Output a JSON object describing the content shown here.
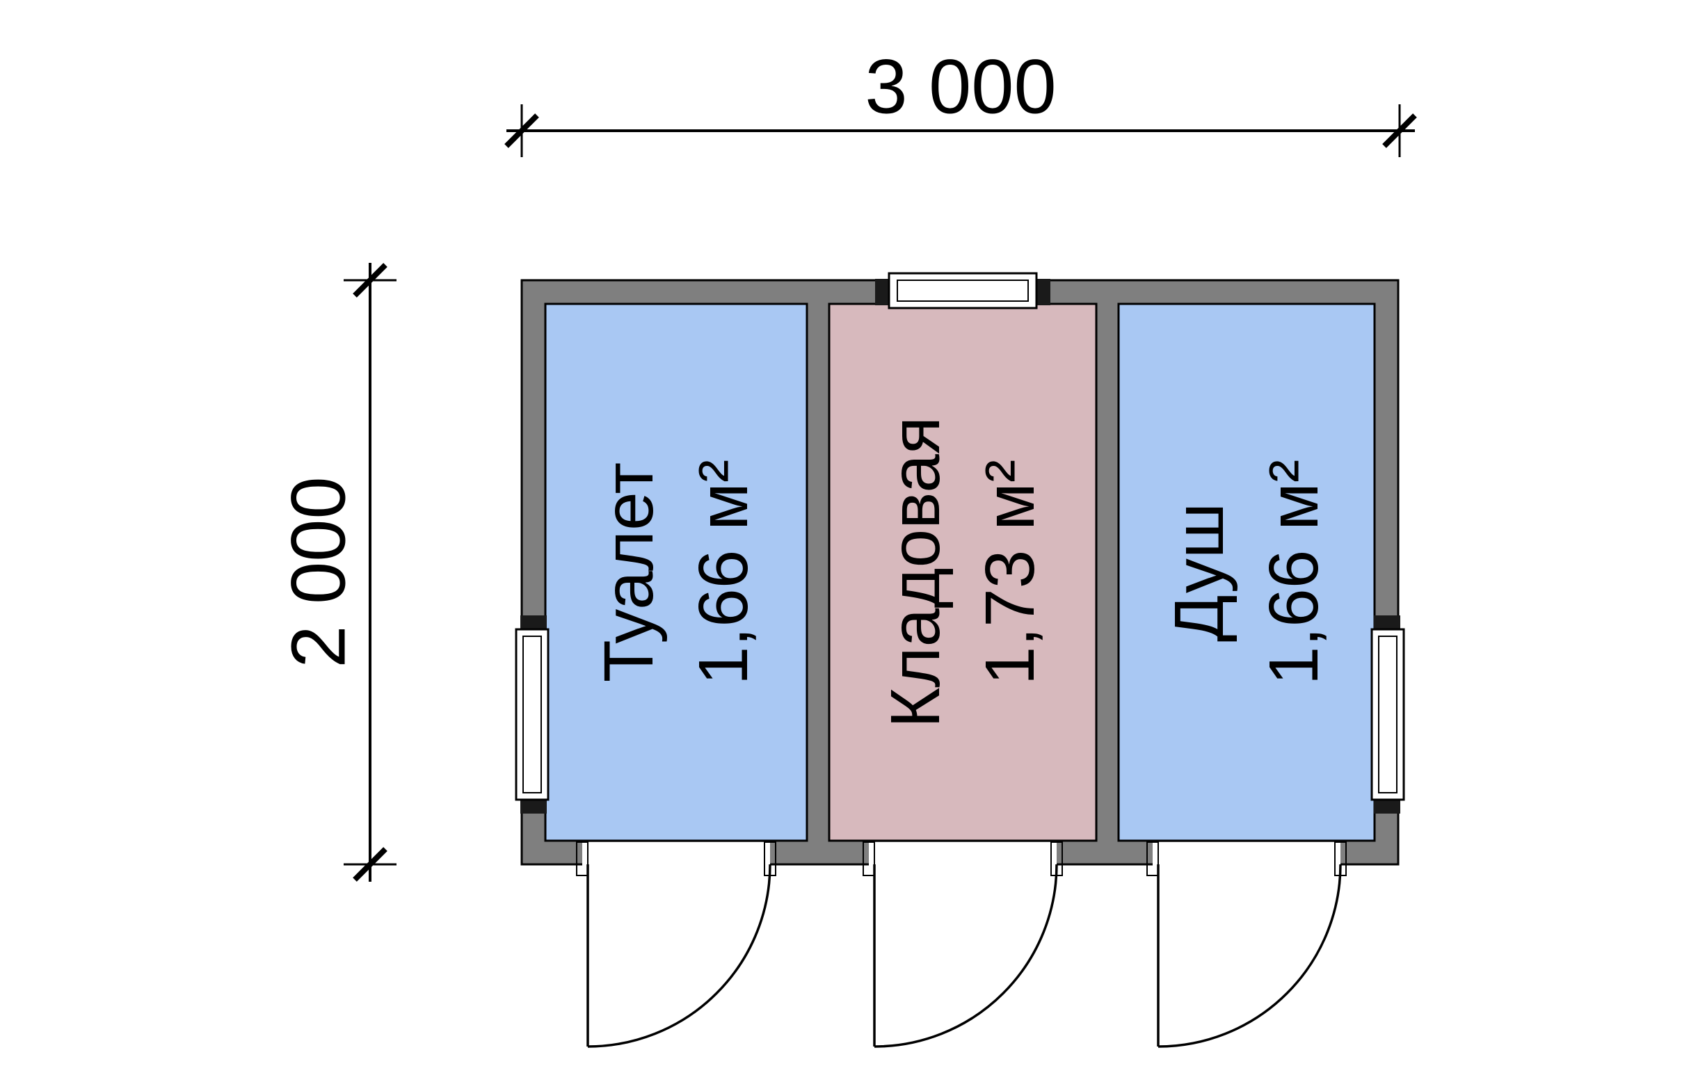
{
  "drawing": {
    "type": "floor-plan",
    "width_dimension": "3 000",
    "height_dimension": "2 000"
  },
  "rooms": [
    {
      "name": "Туалет",
      "area": "1,66 м²",
      "fill": "#a9c8f3"
    },
    {
      "name": "Кладовая",
      "area": "1,73 м²",
      "fill": "#d7b9bd"
    },
    {
      "name": "Душ",
      "area": "1,66 м²",
      "fill": "#a9c8f3"
    }
  ],
  "colors": {
    "wall": "#7f7f7f",
    "background": "#ffffff",
    "line": "#000000",
    "window_stub": "#1a1a1a"
  }
}
